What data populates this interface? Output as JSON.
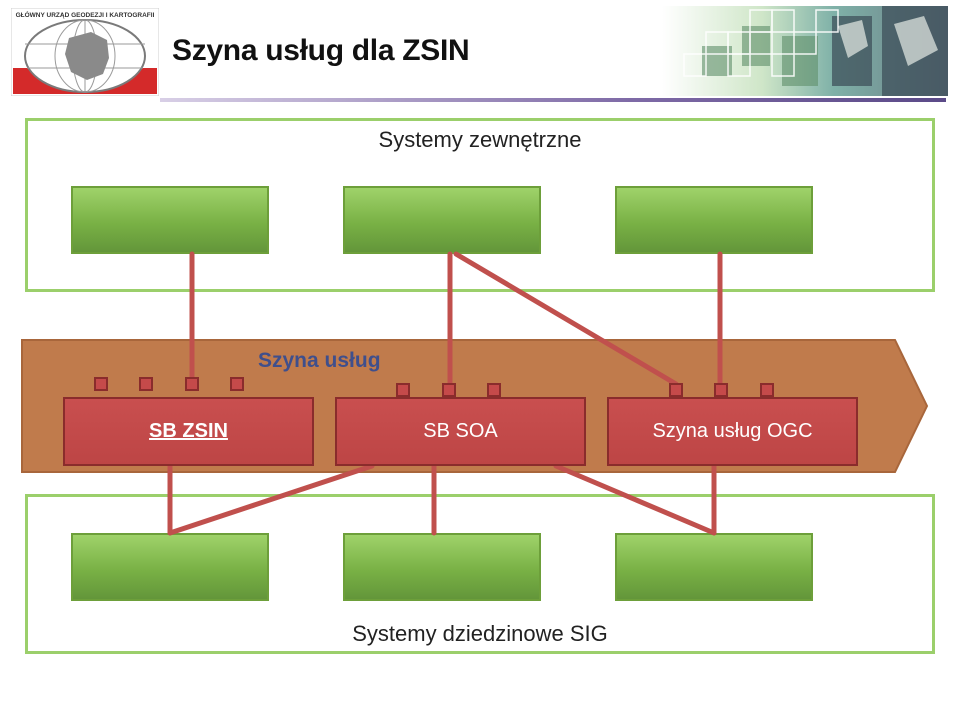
{
  "slide": {
    "title": "Szyna usług dla ZSIN",
    "logo_text": "GŁÓWNY URZĄD GEODEZJI I KARTOGRAFII"
  },
  "diagram": {
    "external_systems_label": "Systemy zewnętrzne",
    "domain_systems_label": "Systemy dziedzinowe SIG",
    "bus_label": "Szyna usług",
    "bus_components": [
      {
        "label": "SB ZSIN"
      },
      {
        "label": "SB SOA"
      },
      {
        "label": "Szyna usług OGC"
      }
    ]
  },
  "colors": {
    "bus_arrow": "#c07b4c",
    "component_red": "#bf4848",
    "connector": "#c0504d",
    "system_green": "#7ab648",
    "panel_border": "#9bcf6b",
    "bus_label_text": "#3f4f8c"
  }
}
